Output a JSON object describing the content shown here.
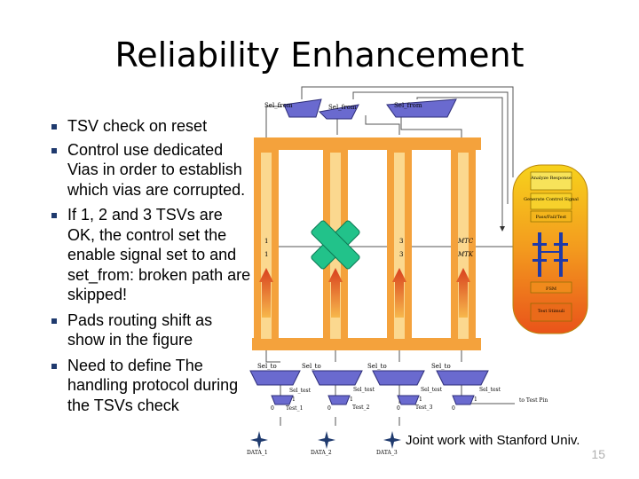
{
  "slide": {
    "title": "Reliability Enhancement",
    "bullets": [
      "TSV check on reset",
      "Control  use dedicated Vias in order to establish which vias are corrupted.",
      "If 1, 2 and 3 TSVs are OK, the control set the enable signal set  to and set_from: broken path are  skipped!",
      "Pads routing shift as show in the figure",
      "Need to define The handling protocol during the TSVs check"
    ],
    "credit": "Joint work with Stanford Univ.",
    "page_number": "15"
  },
  "diagram": {
    "mux_top_labels": [
      "Sel_from",
      "Sel_from",
      "Sel_from"
    ],
    "mux_bottom_labels": [
      "Sel_to",
      "Sel_to",
      "Sel_to",
      "Sel_to"
    ],
    "sel_test_labels": [
      "Sel_test",
      "Sel_test",
      "Sel_test",
      "Sel_test"
    ],
    "test_labels": [
      "Test_1",
      "Test_2",
      "Test_3"
    ],
    "data_labels": [
      "DATA_1",
      "DATA_2",
      "DATA_3"
    ],
    "tsv_numbers_top": [
      "1",
      "3"
    ],
    "tsv_numbers_bottom": [
      "1",
      "3"
    ],
    "tsv_top_tag": "MTC",
    "tsv_bottom_tag": "MTK",
    "mux_bits": [
      "0",
      "1",
      "0",
      "1",
      "0",
      "1",
      "0",
      "1"
    ],
    "controller_blocks": [
      "Analyze Response",
      "Generate Control Signal",
      "Pass/Fail/Test",
      "FSM",
      "Test Stimuli"
    ],
    "test_pin": "to Test Pin",
    "colors": {
      "tsv": "#f4a23c",
      "mux": "#6a6acf",
      "controller": "#f5c31a",
      "cross": "#22c28a"
    }
  }
}
